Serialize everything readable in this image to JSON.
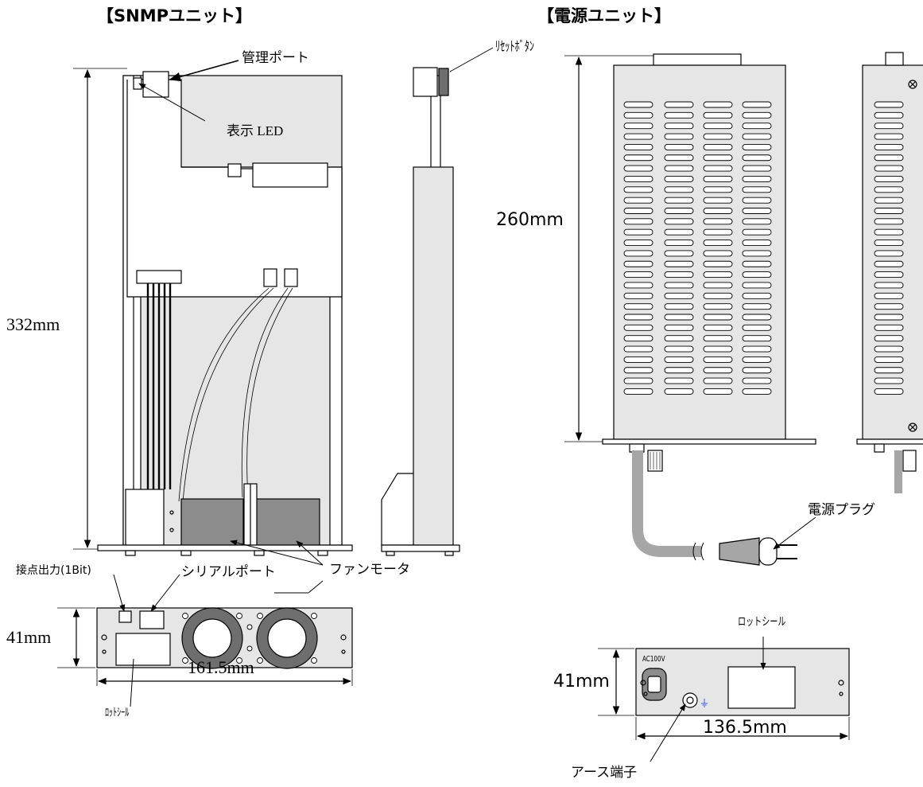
{
  "snmp": {
    "title": "【SNMPユニット】",
    "label_mgmt_port": "管理ポート",
    "label_led": "表示 LED",
    "label_height": "332mm",
    "label_fan": "ファンモータ",
    "label_contact": "接点出力(1Bit)",
    "label_serial": "シリアルポート",
    "label_depth": "41mm",
    "label_width": "161.5mm",
    "label_lot": "ﾛｯﾄｼｰﾙ",
    "label_reset": "ﾘｾｯﾄﾎﾞﾀﾝ"
  },
  "power": {
    "title": "【電源ユニット】",
    "label_height": "260mm",
    "label_plug": "電源プラグ",
    "label_lot": "ロットシール",
    "label_ac": "AC100V",
    "label_depth": "41mm",
    "label_width": "136.5mm",
    "label_earth": "アース端子"
  },
  "colors": {
    "panel_gray": "#e6e6e6",
    "fan_gray": "#8c8c8c",
    "cable_gray": "#a6a6a6",
    "ground_blue": "#3a5bd9"
  }
}
